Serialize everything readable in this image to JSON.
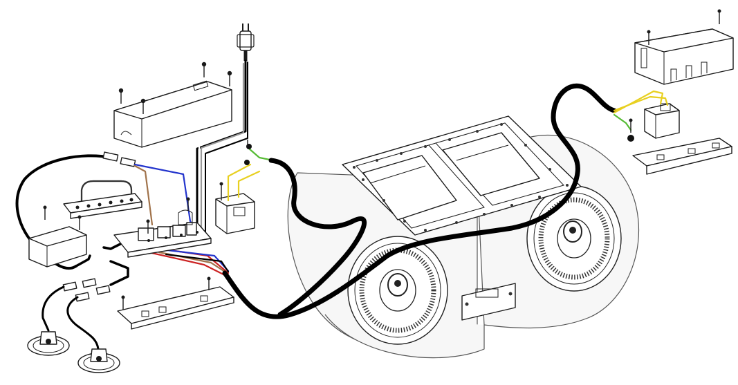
{
  "colors": {
    "outline": "#1a1a1a",
    "cable": "#000000",
    "wire_blue": "#2233cc",
    "wire_red": "#cc2222",
    "wire_yellow": "#e8d020",
    "wire_green": "#55bb33",
    "wire_brown": "#a0724a",
    "wire_grey": "#8a8a8a",
    "wire_white": "#ffffff",
    "housing_fill": "#ffffff",
    "housing_shade": "#f2f2f2"
  },
  "parts": [
    {
      "id": "power-plug",
      "icon": "plug-icon"
    },
    {
      "id": "control-box-cover",
      "icon": "cover-icon"
    },
    {
      "id": "control-board",
      "icon": "circuit-board-icon"
    },
    {
      "id": "terminal-block",
      "icon": "terminal-strip-icon"
    },
    {
      "id": "transformer",
      "icon": "transformer-icon"
    },
    {
      "id": "capacitor-left",
      "icon": "capacitor-icon"
    },
    {
      "id": "base-plate-left",
      "icon": "mounting-plate-icon"
    },
    {
      "id": "led-lamp",
      "icon": "lamp-icon",
      "count": 2
    },
    {
      "id": "twin-blower-motor",
      "icon": "blower-icon"
    },
    {
      "id": "capacitor-box-cover-right",
      "icon": "cover-icon"
    },
    {
      "id": "capacitor-right",
      "icon": "capacitor-icon"
    },
    {
      "id": "base-plate-right",
      "icon": "mounting-plate-icon"
    },
    {
      "id": "motor-cable",
      "icon": "cable-icon"
    }
  ]
}
